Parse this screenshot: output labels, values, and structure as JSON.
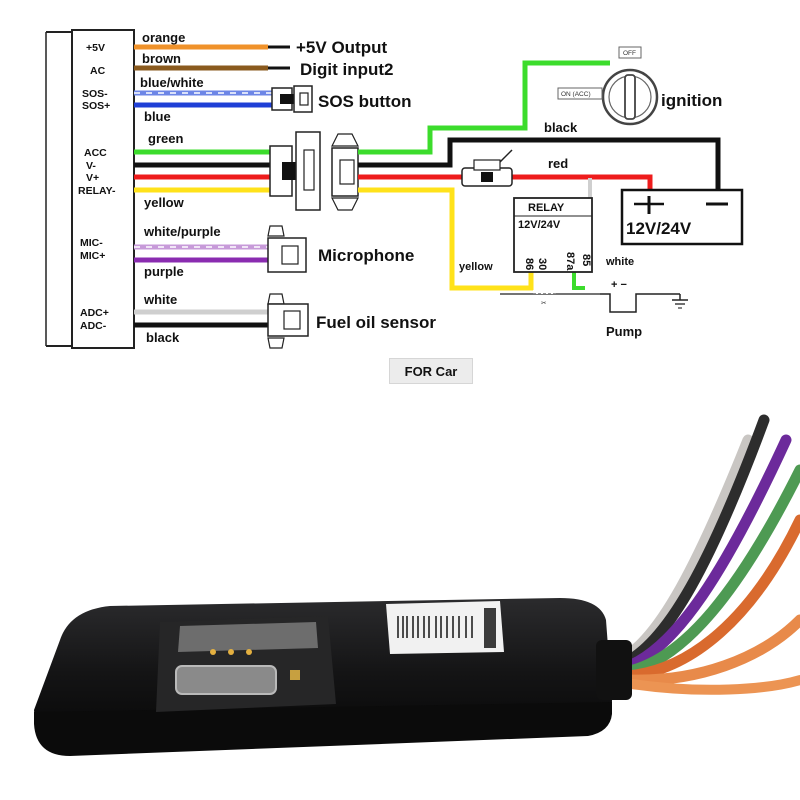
{
  "pins": [
    "+5V",
    "AC",
    "SOS-",
    "SOS+",
    "ACC",
    "V-",
    "V+",
    "RELAY-",
    "MIC-",
    "MIC+",
    "ADC+",
    "ADC-"
  ],
  "wires": [
    "orange",
    "brown",
    "blue/white",
    "blue",
    "green",
    "yellow",
    "white/purple",
    "purple",
    "white",
    "black",
    "black",
    "red",
    "yellow",
    "white"
  ],
  "labels": {
    "out5v": "+5V Output",
    "digit": "Digit input2",
    "sos": "SOS button",
    "mic": "Microphone",
    "fuel": "Fuel oil sensor",
    "ignition": "ignition",
    "off": "OFF",
    "on_acc": "ON (ACC)",
    "relay": "RELAY",
    "relay_v": "12V/24V",
    "relay_pins": [
      "86",
      "30",
      "87a",
      "85"
    ],
    "battery": "12V/24V",
    "plus": "+",
    "minus": "−",
    "pump": "Pump",
    "pump_sign": "+ −",
    "caption": "FOR Car"
  },
  "colors": {
    "orange": "#f0922a",
    "brown": "#8a5a1e",
    "blue": "#1f3fd6",
    "blue_white": "#6d86e6",
    "green": "#3cdc2c",
    "black": "#111111",
    "red": "#ee1c1c",
    "yellow": "#ffe21a",
    "purple": "#8a2cb0",
    "white_purple": "#c79ad9",
    "white": "#cfcfcf"
  }
}
